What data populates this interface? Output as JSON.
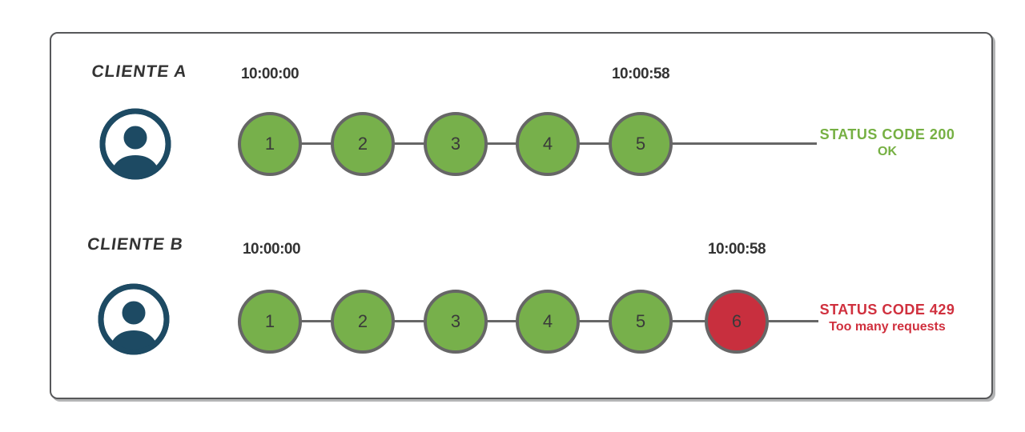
{
  "rows": [
    {
      "client_label": "CLIENTE A",
      "start_time": "10:00:00",
      "end_time": "10:00:58",
      "steps": [
        "1",
        "2",
        "3",
        "4",
        "5"
      ],
      "status_line1": "STATUS CODE 200",
      "status_line2": "OK"
    },
    {
      "client_label": "CLIENTE B",
      "start_time": "10:00:00",
      "end_time": "10:00:58",
      "steps": [
        "1",
        "2",
        "3",
        "4",
        "5",
        "6"
      ],
      "status_line1": "STATUS CODE 429",
      "status_line2": "Too many requests"
    }
  ],
  "icons": {
    "client_a": "user-avatar-icon",
    "client_b": "user-avatar-icon"
  },
  "colors": {
    "ok_green": "#77b04b",
    "error_red": "#c82f3e",
    "status_ok_text": "#76b043",
    "status_error_text": "#d0303e",
    "circle_border": "#666666",
    "connector_line": "#666666",
    "avatar_navy": "#1d4a63",
    "panel_border": "#57585a",
    "text_dark": "#333333"
  }
}
